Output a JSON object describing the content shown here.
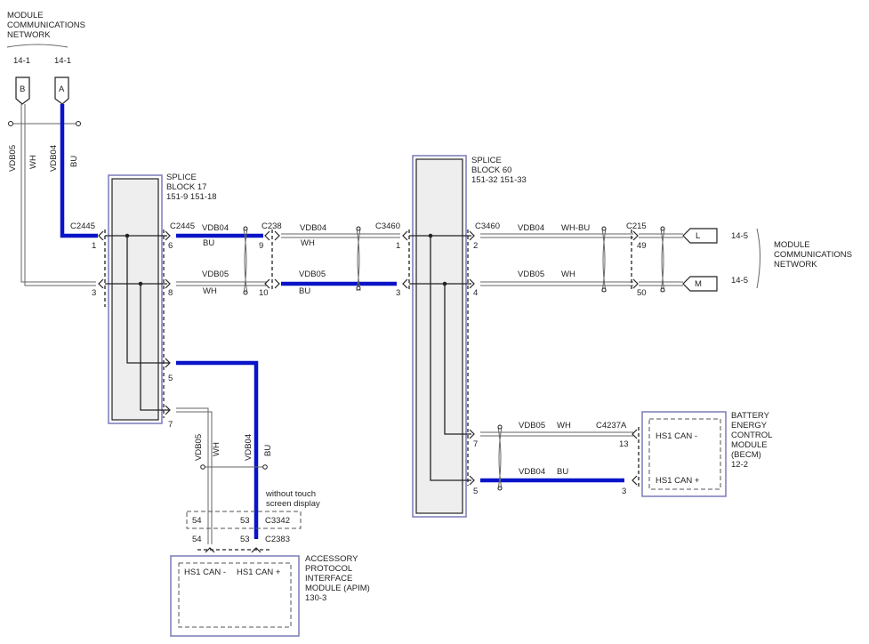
{
  "network_top": {
    "title_lines": [
      "MODULE",
      "COMMUNICATIONS",
      "NETWORK"
    ],
    "ref_b": "14-1",
    "ref_a": "14-1",
    "term_b": "B",
    "term_a": "A"
  },
  "network_right": {
    "title_lines": [
      "MODULE",
      "COMMUNICATIONS",
      "NETWORK"
    ],
    "ref_l": "14-5",
    "ref_m": "14-5",
    "term_l": "L",
    "term_m": "M"
  },
  "splice17": {
    "lines": [
      "SPLICE",
      "BLOCK 17",
      "151-9    151-18"
    ]
  },
  "splice60": {
    "lines": [
      "SPLICE",
      "BLOCK 60",
      "151-32  151-33"
    ]
  },
  "left_wires": {
    "vdb05": "VDB05",
    "wh": "WH",
    "vdb04": "VDB04",
    "bu": "BU"
  },
  "c2445_left": {
    "name": "C2445",
    "pin1": "1",
    "pin3": "3"
  },
  "c2445_right": {
    "name": "C2445",
    "pin6": "6",
    "pin8": "8",
    "pin5": "5",
    "pin7": "7"
  },
  "seg1": {
    "top_code": "VDB04",
    "top_color": "BU",
    "bot_code": "VDB05",
    "bot_color": "WH"
  },
  "c238": {
    "name": "C238",
    "pin9": "9",
    "pin10": "10"
  },
  "seg2": {
    "top_code": "VDB04",
    "top_color": "WH",
    "bot_code": "VDB05",
    "bot_color": "BU"
  },
  "c3460_left": {
    "name": "C3460",
    "pin1": "1",
    "pin3": "3"
  },
  "c3460_right": {
    "name": "C3460",
    "pin2": "2",
    "pin4": "4",
    "pin7": "7",
    "pin5": "5"
  },
  "seg3": {
    "top_code": "VDB04",
    "top_color": "WH-BU",
    "bot_code": "VDB05",
    "bot_color": "WH"
  },
  "c215": {
    "name": "C215",
    "pin49": "49",
    "pin50": "50"
  },
  "apim_wires": {
    "vdb05": "VDB05",
    "wh": "WH",
    "vdb04": "VDB04",
    "bu": "BU"
  },
  "c3342": {
    "note_lines": [
      "without touch",
      "screen display"
    ],
    "name": "C3342",
    "pin54": "54",
    "pin53": "53"
  },
  "c2383": {
    "name": "C2383",
    "pin54": "54",
    "pin53": "53"
  },
  "apim": {
    "pin_minus": "HS1 CAN -",
    "pin_plus": "HS1 CAN +",
    "lines": [
      "ACCESSORY",
      "PROTOCOL",
      "INTERFACE",
      "MODULE (APIM)",
      "130-3"
    ]
  },
  "becm_wires": {
    "w1_code": "VDB05",
    "w1_color": "WH",
    "w2_code": "VDB04",
    "w2_color": "BU"
  },
  "c4237a": {
    "name": "C4237A",
    "pin13": "13",
    "pin3": "3"
  },
  "becm": {
    "pin_minus": "HS1 CAN -",
    "pin_plus": "HS1 CAN +",
    "lines": [
      "BATTERY",
      "ENERGY",
      "CONTROL",
      "MODULE",
      "(BECM)",
      "12-2"
    ]
  }
}
